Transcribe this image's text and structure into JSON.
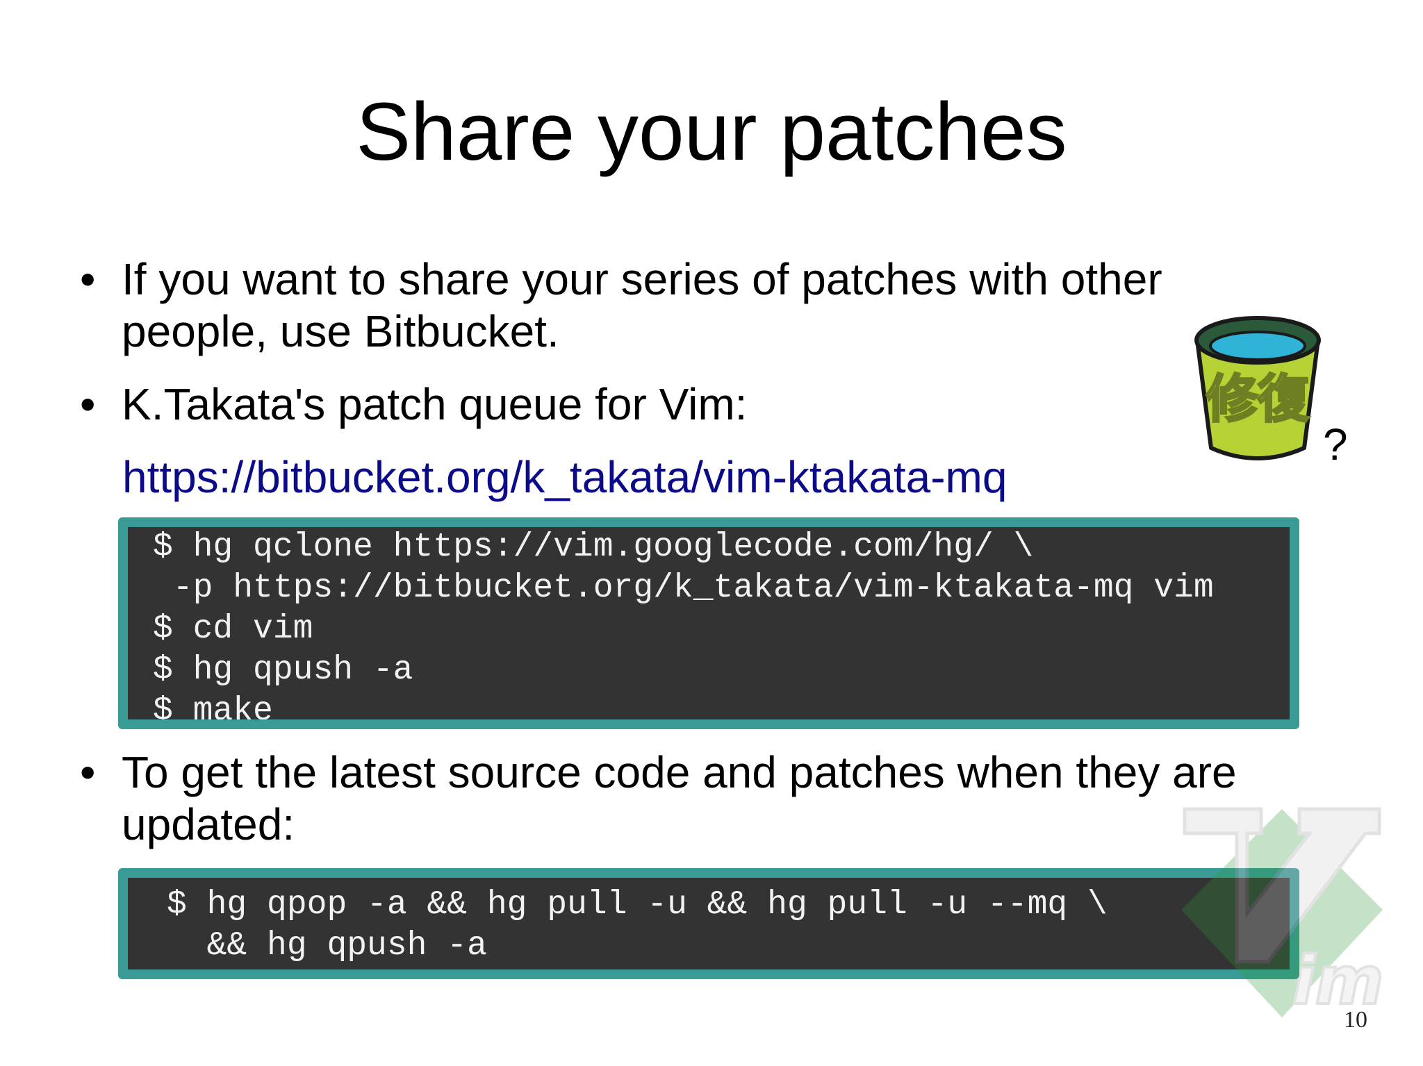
{
  "slide": {
    "title": "Share your patches",
    "bullets": [
      {
        "symbol": "•",
        "text": "If you want to share your series of patches with other people, use Bitbucket."
      },
      {
        "symbol": "•",
        "text": "K.Takata's patch queue for Vim:"
      },
      {
        "symbol": "•",
        "text": "To get the latest source code and patches when they are updated:"
      }
    ],
    "url": "https://bitbucket.org/k_takata/vim-ktakata-mq",
    "code_block_1": [
      "$ hg qclone https://vim.googlecode.com/hg/ \\",
      " -p https://bitbucket.org/k_takata/vim-ktakata-mq vim",
      "$ cd vim",
      "$ hg qpush -a",
      "$ make"
    ],
    "code_block_2": [
      "$ hg qpop -a && hg pull -u && hg pull -u --mq \\",
      "  && hg qpush -a"
    ],
    "bucket_label": "修復",
    "question_mark": "?",
    "page_number": "10"
  },
  "colors": {
    "code_border": "#3a9a96",
    "code_background": "#333333",
    "code_text": "#f2f2f2",
    "link": "#0b0b8a",
    "bucket_green": "#b5d334",
    "bucket_water": "#2fb3d6"
  },
  "icons": {
    "bucket": "bucket-icon",
    "vim_logo": "vim-logo-icon"
  }
}
